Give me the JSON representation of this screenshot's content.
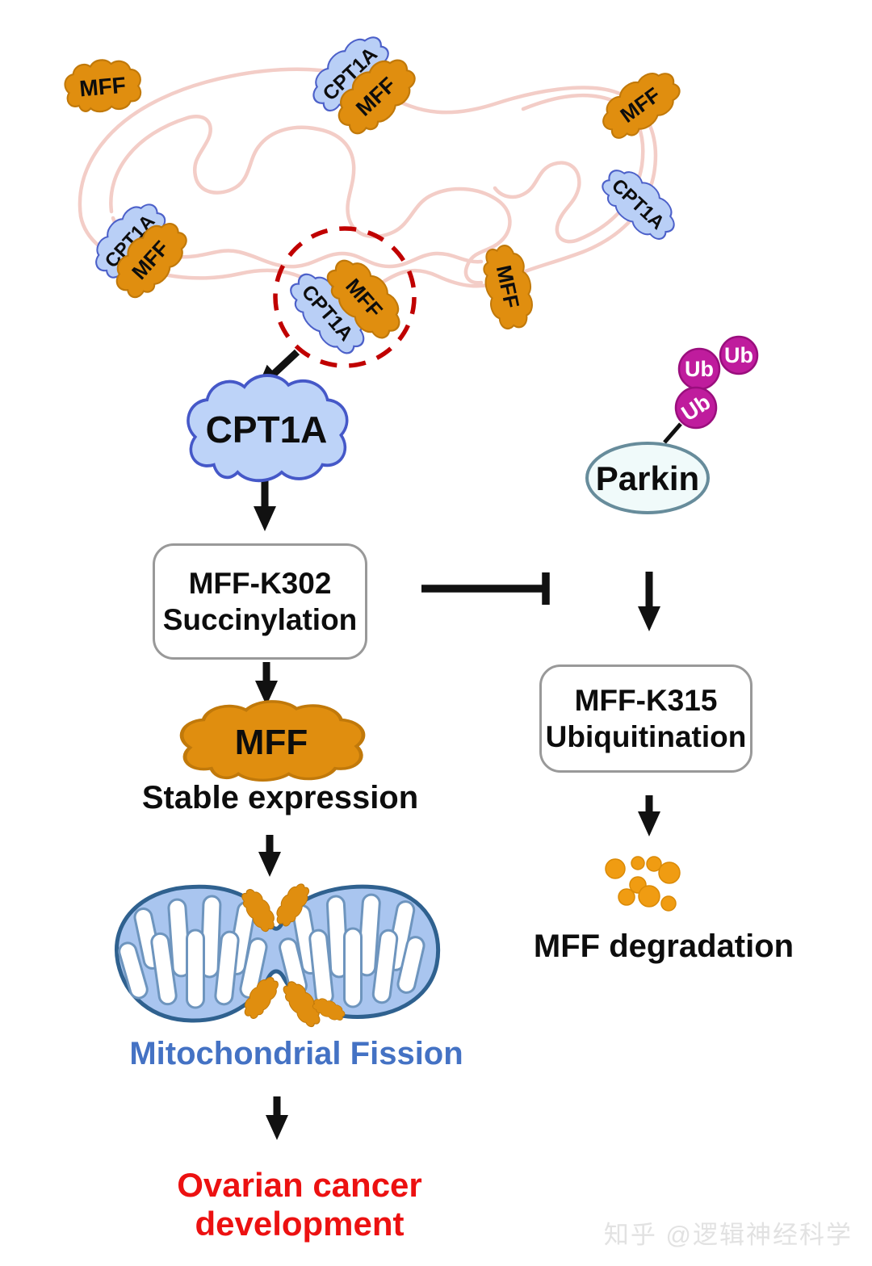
{
  "colors": {
    "mff_fill": "#E08E0F",
    "mff_stroke": "#C1790A",
    "cpt1a_fill": "#B9CFF6",
    "cpt1a_stroke": "#4C60C9",
    "membrane_pink": "#F3CDC7",
    "dashed_circle_red": "#C00000",
    "ub_magenta": "#BF1C9D",
    "parkin_fill": "#F0FAFA",
    "parkin_stroke": "#678C9B",
    "box_border_gray": "#999999",
    "fission_blue_fill": "#A9C5EF",
    "fission_blue_stroke": "#2F618F",
    "fission_label_blue": "#4472C4",
    "cancer_red": "#EC1111",
    "degradation_dot_orange": "#F09C12"
  },
  "proteins": [
    {
      "id": "mff-top-left",
      "label": "MFF"
    },
    {
      "id": "cpt1a-top",
      "label": "CPT1A"
    },
    {
      "id": "mff-top",
      "label": "MFF"
    },
    {
      "id": "mff-right",
      "label": "MFF"
    },
    {
      "id": "cpt1a-right",
      "label": "CPT1A"
    },
    {
      "id": "cpt1a-left",
      "label": "CPT1A"
    },
    {
      "id": "mff-left",
      "label": "MFF"
    },
    {
      "id": "mff-membrane",
      "label": "MFF"
    },
    {
      "id": "cpt1a-circled",
      "label": "CPT1A"
    },
    {
      "id": "mff-circled",
      "label": "MFF"
    }
  ],
  "cpt1a_cloud": {
    "label": "CPT1A"
  },
  "mff_blob": {
    "label": "MFF"
  },
  "boxes": {
    "succinylation": {
      "line1": "MFF-K302",
      "line2": "Succinylation"
    },
    "ubiquitination": {
      "line1": "MFF-K315",
      "line2": "Ubiquitination"
    }
  },
  "parkin": {
    "label": "Parkin"
  },
  "ub_chain": [
    {
      "label": "Ub"
    },
    {
      "label": "Ub"
    },
    {
      "label": "Ub"
    }
  ],
  "captions": {
    "stable_expression": "Stable expression",
    "mitochondrial_fission": "Mitochondrial Fission",
    "mff_degradation": "MFF degradation",
    "ovarian_cancer": "Ovarian cancer development"
  },
  "watermark": {
    "text": "知乎 @逻辑神经科学"
  }
}
